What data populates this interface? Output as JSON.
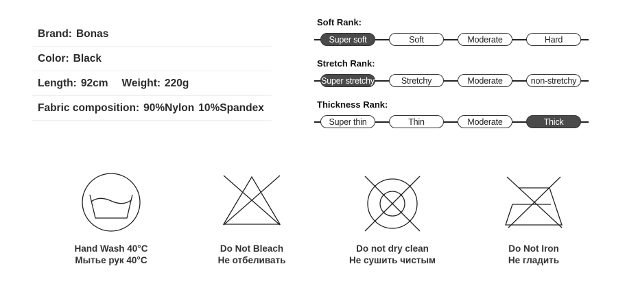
{
  "specs": {
    "brand_label": "Brand:",
    "brand_value": "Bonas",
    "color_label": "Color:",
    "color_value": "Black",
    "length_label": "Length:",
    "length_value": "92cm",
    "weight_label": "Weight:",
    "weight_value": "220g",
    "fabric_label": "Fabric composition:",
    "fabric_value_1": "90%Nylon",
    "fabric_value_2": "10%Spandex"
  },
  "ranks": {
    "soft": {
      "title": "Soft Rank:",
      "options": [
        "Super soft",
        "Soft",
        "Moderate",
        "Hard"
      ],
      "selected": "Super soft"
    },
    "stretch": {
      "title": "Stretch Rank:",
      "options": [
        "Super stretchy",
        "Stretchy",
        "Moderate",
        "non-stretchy"
      ],
      "selected": "Super stretchy"
    },
    "thickness": {
      "title": "Thickness Rank:",
      "options": [
        "Super thin",
        "Thin",
        "Moderate",
        "Thick"
      ],
      "selected": "Thick"
    }
  },
  "care": [
    {
      "icon": "hand-wash-icon",
      "label_en": "Hand Wash 40°C",
      "label_ru": "Мытье рук 40°C"
    },
    {
      "icon": "no-bleach-icon",
      "label_en": "Do Not Bleach",
      "label_ru": "Не отбеливать"
    },
    {
      "icon": "no-dry-clean-icon",
      "label_en": "Do not dry clean",
      "label_ru": "Не сушить чистым"
    },
    {
      "icon": "no-iron-icon",
      "label_en": "Do Not Iron",
      "label_ru": "Не гладить"
    }
  ],
  "colors": {
    "selected_pill": "#4a4a4a",
    "line": "#222222",
    "text": "#2a2a2a"
  }
}
